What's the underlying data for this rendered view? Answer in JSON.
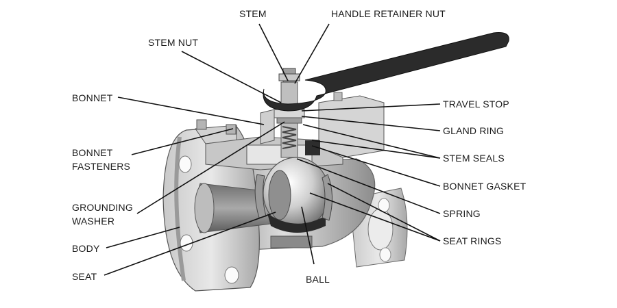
{
  "labels": {
    "stem": "STEM",
    "handle_retainer_nut": "HANDLE RETAINER NUT",
    "stem_nut": "STEM NUT",
    "bonnet": "BONNET",
    "bonnet_fasteners_1": "BONNET",
    "bonnet_fasteners_2": "FASTENERS",
    "grounding_washer_1": "GROUNDING",
    "grounding_washer_2": "WASHER",
    "body": "BODY",
    "seat": "SEAT",
    "ball": "BALL",
    "travel_stop": "TRAVEL STOP",
    "gland_ring": "GLAND RING",
    "stem_seals": "STEM SEALS",
    "bonnet_gasket": "BONNET GASKET",
    "spring": "SPRING",
    "seat_rings": "SEAT RINGS"
  },
  "colors": {
    "metal_light": "#d9d9d9",
    "metal_mid": "#b5b5b5",
    "metal_dark": "#7a7a7a",
    "handle": "#2b2b2b",
    "leader": "#111111"
  }
}
